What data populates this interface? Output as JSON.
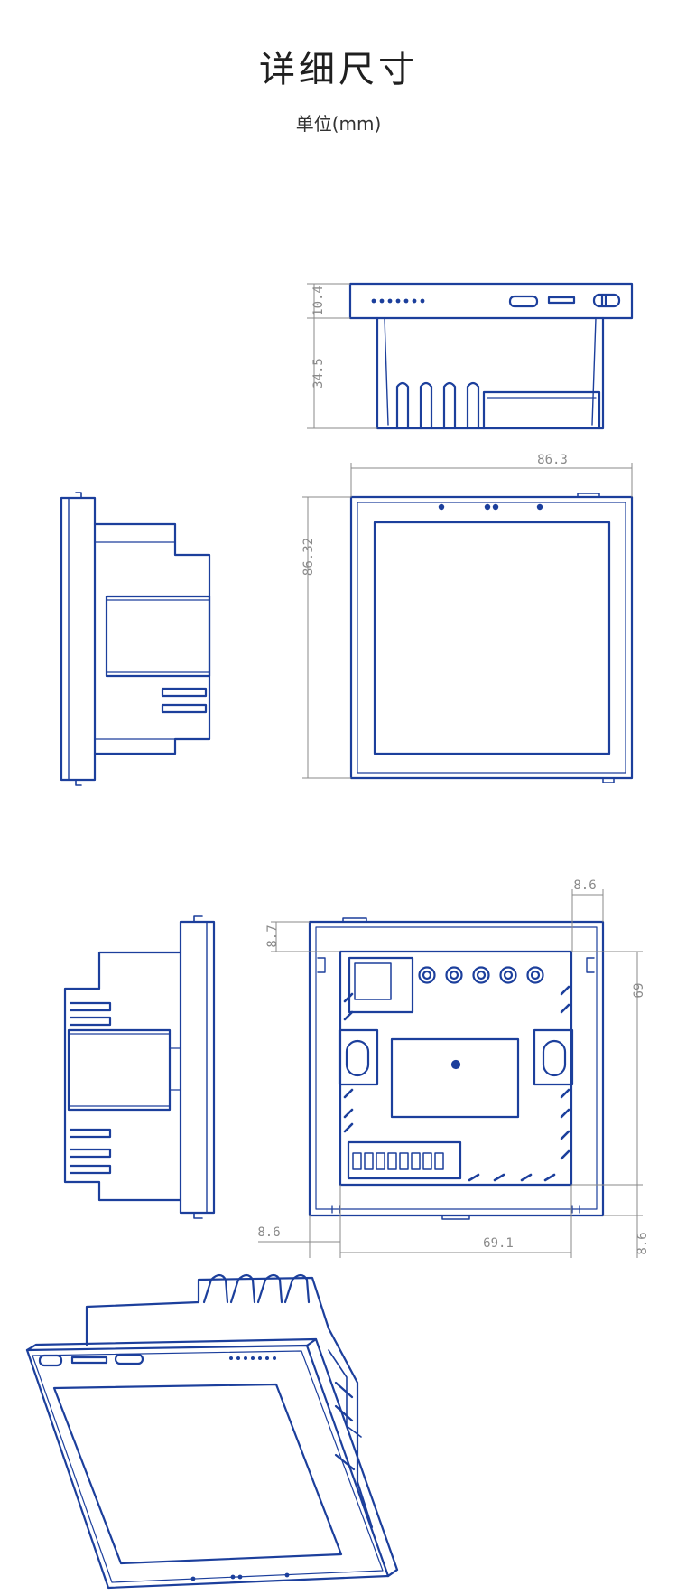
{
  "page": {
    "title": "详细尺寸",
    "unit_label": "单位(mm)"
  },
  "colors": {
    "outline": "#1c3f9c",
    "dimension": "#8a8a8a",
    "background": "#ffffff"
  },
  "views": {
    "top_view": {
      "dims": {
        "front_thickness": "10.4",
        "body_depth": "34.5"
      }
    },
    "front_view": {
      "dims": {
        "width": "86.3",
        "height": "86.32"
      }
    },
    "back_view": {
      "dims": {
        "top_right_margin": "8.6",
        "top_left_margin": "8.7",
        "right_height": "69",
        "bottom_left_margin": "8.6",
        "bottom_width": "69.1",
        "bottom_right_margin": "8.6"
      }
    }
  }
}
